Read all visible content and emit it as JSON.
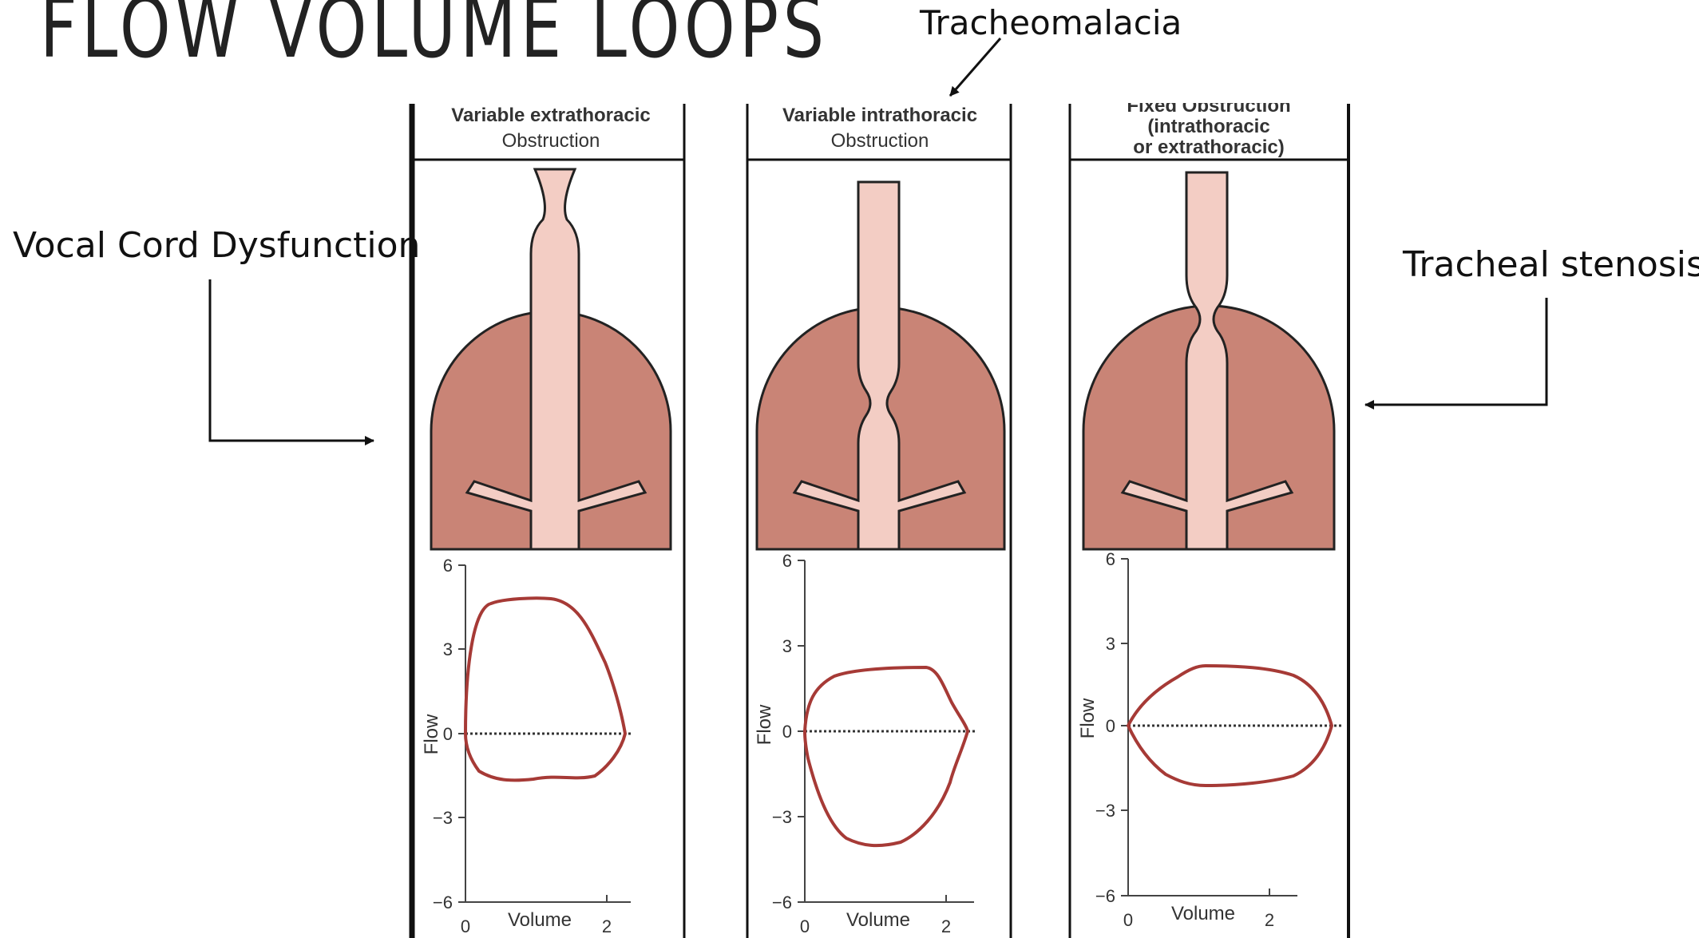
{
  "slide": {
    "title": "FLOW VOLUME LOOPS"
  },
  "callouts": {
    "tracheomalacia": "Tracheomalacia",
    "vocal_cord_dysfunction": "Vocal Cord Dysfunction",
    "tracheal_stenosis": "Tracheal stenosis"
  },
  "panels": [
    {
      "header": [
        "Variable extrathoracic",
        "Obstruction"
      ],
      "axis": {
        "flow_label": "Flow",
        "volume_label": "Volume",
        "y_ticks": [
          "6",
          "3",
          "0",
          "−3",
          "−6"
        ],
        "x_ticks": [
          "0",
          "2"
        ]
      }
    },
    {
      "header": [
        "Variable intrathoracic",
        "Obstruction"
      ],
      "axis": {
        "flow_label": "Flow",
        "volume_label": "Volume",
        "y_ticks": [
          "6",
          "3",
          "0",
          "−3",
          "−6"
        ],
        "x_ticks": [
          "0",
          "2"
        ]
      }
    },
    {
      "header": [
        "Fixed Obstruction",
        "(intrathoracic",
        "or extrathoracic)"
      ],
      "axis": {
        "flow_label": "Flow",
        "volume_label": "Volume",
        "y_ticks": [
          "6",
          "3",
          "0",
          "−3",
          "−6"
        ],
        "x_ticks": [
          "0",
          "2"
        ]
      }
    }
  ],
  "colors": {
    "lung": "#c98476",
    "airway": "#f3cdc4",
    "loop": "#a63a36",
    "outline": "#222222"
  }
}
